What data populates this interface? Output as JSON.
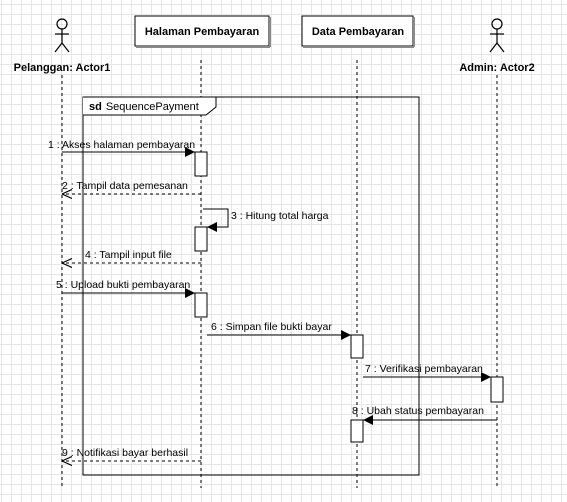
{
  "frame": {
    "label": "sd",
    "name": "SequencePayment"
  },
  "actors": {
    "pelanggan": "Pelanggan: Actor1",
    "admin": "Admin: Actor2"
  },
  "objects": {
    "halaman": "Halaman Pembayaran",
    "data": "Data Pembayaran"
  },
  "messages": [
    {
      "label": "1 : Akses halaman pembayaran",
      "kind": "sync"
    },
    {
      "label": "2 : Tampil data pemesanan",
      "kind": "return"
    },
    {
      "label": "3 : Hitung total harga",
      "kind": "self"
    },
    {
      "label": "4 : Tampil input file",
      "kind": "return"
    },
    {
      "label": "5 : Upload bukti pembayaran",
      "kind": "sync"
    },
    {
      "label": "6 : Simpan file bukti bayar",
      "kind": "sync"
    },
    {
      "label": "7 : Verifikasi pembayaran",
      "kind": "sync"
    },
    {
      "label": "8 : Ubah status pembayaran",
      "kind": "sync"
    },
    {
      "label": "9 : Notifikasi bayar berhasil",
      "kind": "return"
    }
  ]
}
